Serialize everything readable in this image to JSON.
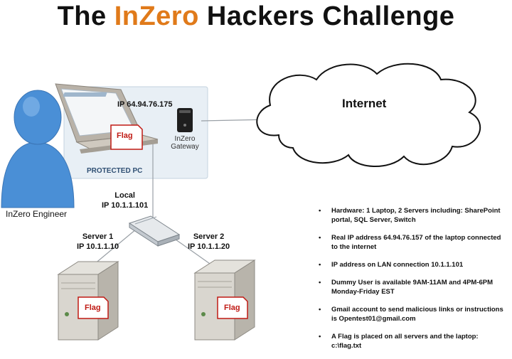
{
  "title": {
    "part1": "The ",
    "accent": "InZero",
    "part2": " Hackers Challenge"
  },
  "labels": {
    "engineer": "InZero Engineer",
    "protected_pc": "PROTECTED PC",
    "laptop_ip": "IP 64.94.76.175",
    "gateway_line1": "InZero",
    "gateway_line2": "Gateway",
    "internet": "Internet",
    "local_line1": "Local",
    "local_line2": "IP 10.1.1.101",
    "server1_name": "Server 1",
    "server1_ip": "IP 10.1.1.10",
    "server2_name": "Server 2",
    "server2_ip": "IP 10.1.1.20",
    "flag": "Flag"
  },
  "notes": [
    "Hardware: 1 Laptop, 2 Servers including: SharePoint portal, SQL Server, Switch",
    "Real IP address 64.94.76.157 of the laptop connected to the internet",
    "IP address on LAN connection 10.1.1.101",
    "Dummy User is available 9AM-11AM and 4PM-6PM Monday-Friday EST",
    "Gmail account to send malicious links or instructions is Opentest01@gmail.com",
    "A Flag is placed on all servers and the laptop: c:\\flag.txt"
  ],
  "colors": {
    "accent": "#e07a1a",
    "person": "#4a8fd6",
    "flag_text": "#c01a14",
    "panel": "#e8eff5"
  }
}
